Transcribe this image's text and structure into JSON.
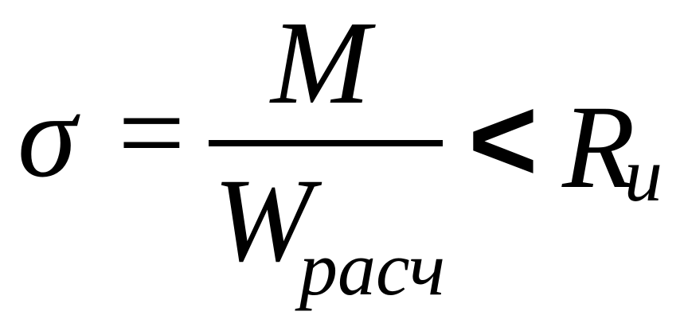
{
  "formula": {
    "lhs": "σ",
    "equals": "=",
    "numerator": "M",
    "denominator": "W",
    "denominator_subscript": "расч",
    "relation": "<",
    "rhs": "R",
    "rhs_subscript": "и"
  }
}
